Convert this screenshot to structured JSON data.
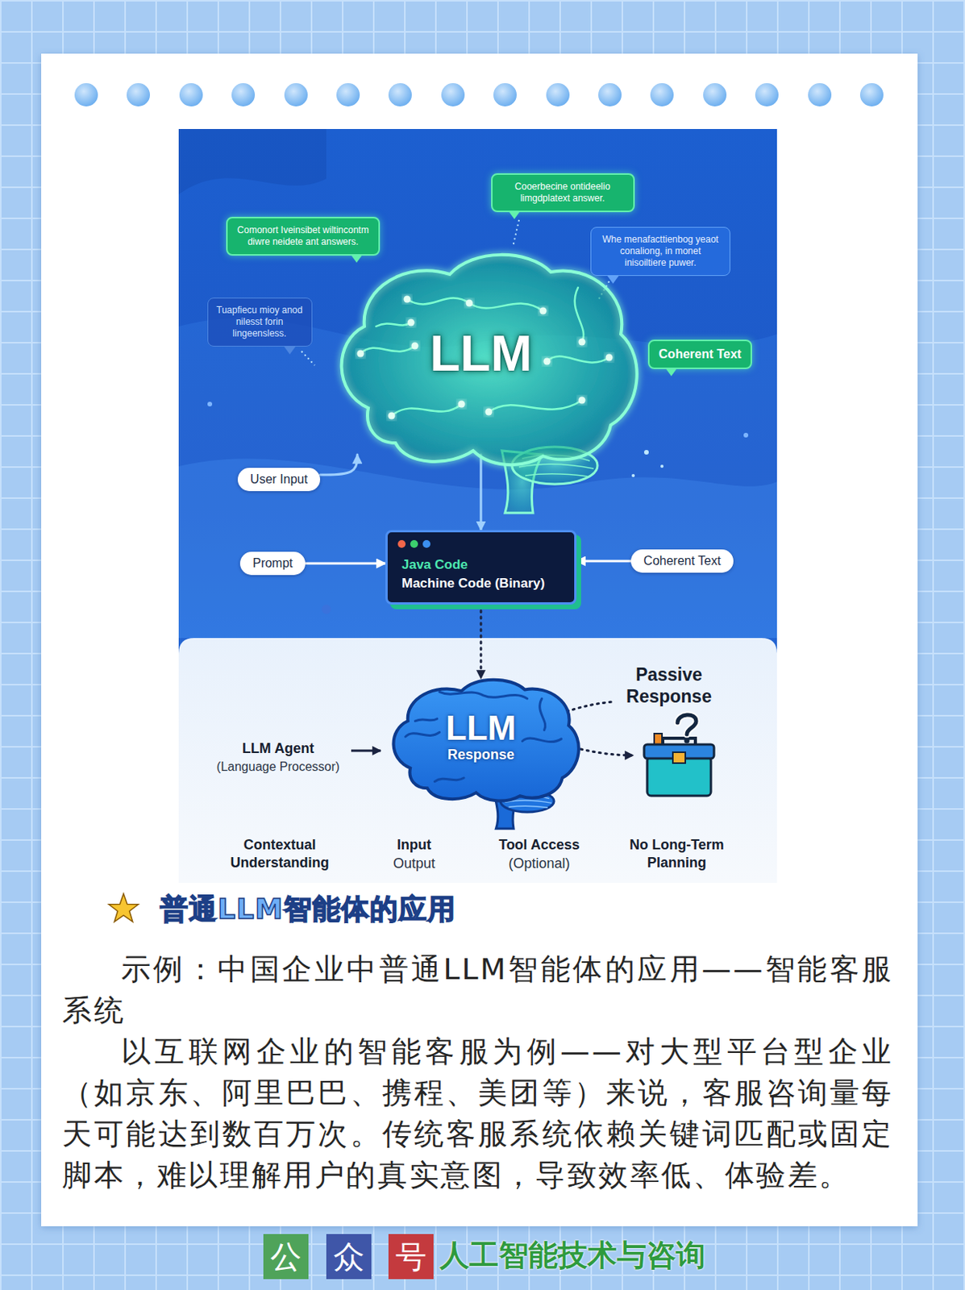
{
  "diagram": {
    "title": "普通LLM智能体的应用",
    "nodes": [
      {
        "text": [
          "Cooerbecine ontideelio limgdplatext answer."
        ]
      },
      {
        "text": [
          "Comonort Iveinsibet wiltincontm diwre neidete ant answers."
        ]
      },
      {
        "text": [
          "Whe menafacttienbog yeaot conaliong, in monet inisoiltiere puwer."
        ]
      },
      {
        "text": [
          "Tuapfiecu mioy anod nilesst forin lingeensless."
        ]
      },
      {
        "text": [
          "LLM"
        ]
      },
      {
        "text": [
          "Coherent Text"
        ]
      },
      {
        "text": [
          "User Input"
        ]
      },
      {
        "text": [
          "Prompt"
        ]
      },
      {
        "text": [
          "Java Code",
          "Machine Code (Binary)"
        ]
      },
      {
        "text": [
          "Coherent Text"
        ]
      },
      {
        "text": [
          "LLM",
          "Response"
        ]
      },
      {
        "text": [
          "公"
        ]
      },
      {
        "text": [
          "众"
        ]
      },
      {
        "text": [
          "号"
        ]
      }
    ],
    "edges": [
      {
        "from": 6,
        "to": 4,
        "arrow": "to"
      },
      {
        "from": 4,
        "to": 8,
        "arrow": "to"
      },
      {
        "from": 7,
        "to": 8,
        "arrow": "to"
      },
      {
        "from": 9,
        "to": 8,
        "arrow": "to"
      },
      {
        "from": 8,
        "to": 10,
        "arrow": "to"
      }
    ],
    "labels": [
      "Passive Response",
      "LLM Agent",
      "(Language Processor)",
      "Contextual Understanding",
      "Input",
      "Output",
      "Tool Access",
      "(Optional)",
      "No Long-Term Planning",
      "示例：中国企业中普通LLM智能体的应用——智能客服系统",
      "以互联网企业的智能客服为例——对大型平台型企业（如京东、阿里巴巴、携程、美团等）来说，客服咨询量每天可能达到数百万次。传统客服系统依赖关键词匹配或固定脚本，难以理解用户的真实意图，导致效率低、体验差。",
      "人工智能技术与咨询"
    ]
  }
}
